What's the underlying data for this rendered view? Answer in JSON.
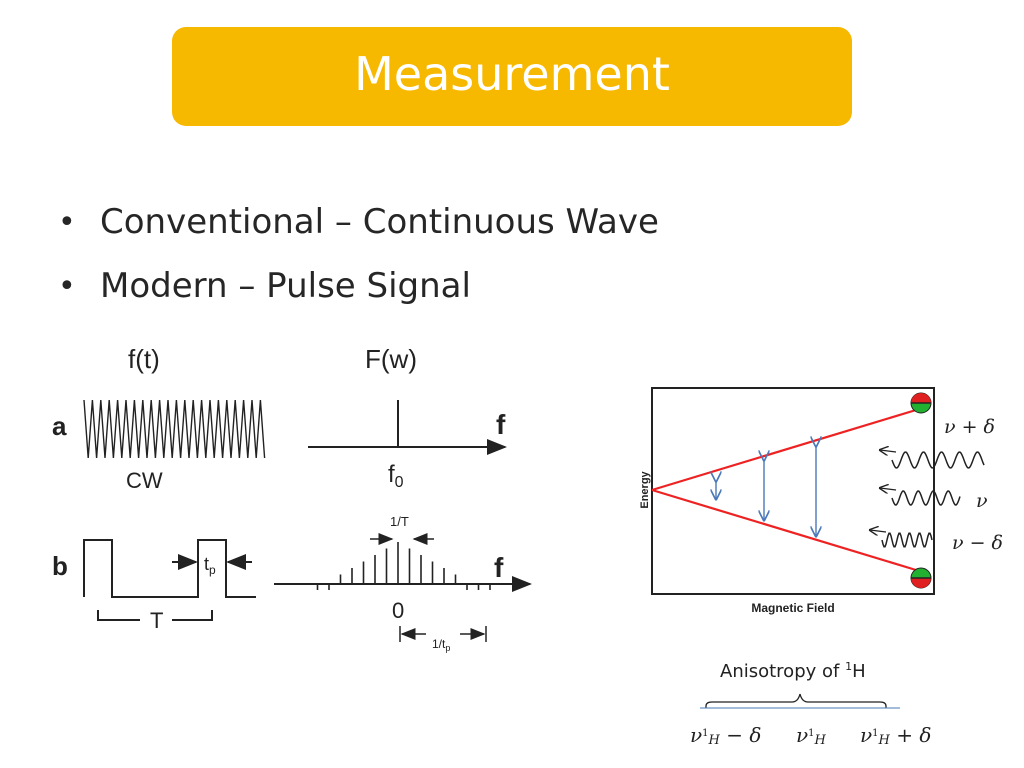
{
  "slide": {
    "title": "Measurement",
    "bullets": [
      "Conventional – Continuous Wave",
      "Modern – Pulse Signal"
    ]
  },
  "pulse_figure": {
    "time_header": "f(t)",
    "freq_header": "F(w)",
    "row_a_label": "a",
    "row_a_caption": "CW",
    "row_b_label": "b",
    "axis_f_a": "f",
    "f0_label": "f",
    "f0_sub": "0",
    "tp_label": "t",
    "tp_sub": "p",
    "period_label": "T",
    "inv_T_label": "1/T",
    "axis_f_b": "f",
    "zero_label": "0",
    "inv_tp_label": "1/t",
    "inv_tp_sub": "p"
  },
  "energy_figure": {
    "y_axis_label": "Energy",
    "x_axis_label": "Magnetic Field",
    "nu_plus": "ν + δ",
    "nu": "ν",
    "nu_minus": "ν − δ",
    "upper_color": "#e02020",
    "lower_color": "#22b030",
    "line_color": "#ee2222",
    "arrow_color": "#4a78b8"
  },
  "anisotropy": {
    "label_prefix": "Anisotropy of ",
    "label_sup": "1",
    "label_suffix": "H",
    "left_value": "ν",
    "left_sup": "1",
    "left_sub": "H",
    "left_tail": " − δ",
    "center_value": "ν",
    "center_sup": "1",
    "center_sub": "H",
    "right_value": "ν",
    "right_sup": "1",
    "right_sub": "H",
    "right_tail": " + δ"
  }
}
